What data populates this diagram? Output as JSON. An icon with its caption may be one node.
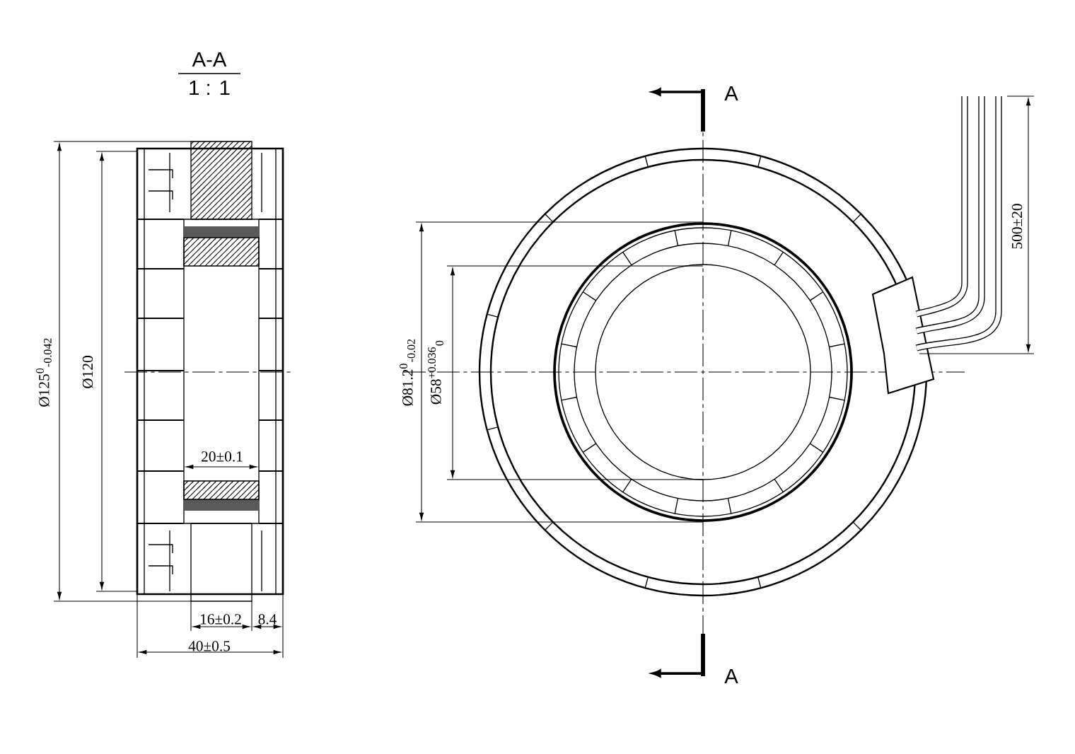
{
  "diagram": {
    "labels": [
      "A-A",
      "1 : 1",
      "A",
      "500±20",
      "Ø125$^{0}$$_{-0.042}$",
      "Ø120",
      "Ø81.2$^{0}$$_{-0.02}$",
      "Ø58$^{+0.036}$$_{0}$",
      "20±0.1",
      "16±0.2",
      "8.4",
      "40±0.5",
      "A"
    ]
  }
}
